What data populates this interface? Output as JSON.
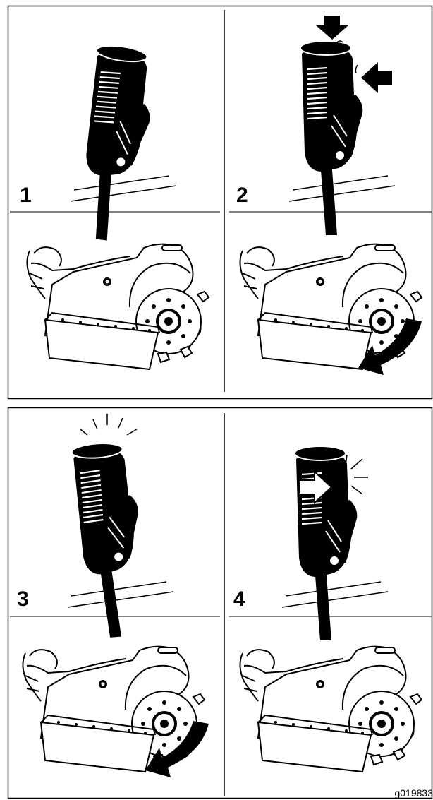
{
  "panels": [
    {
      "step": "1"
    },
    {
      "step": "2"
    },
    {
      "step": "3"
    },
    {
      "step": "4"
    }
  ],
  "figure_code": "g019833",
  "colors": {
    "ink": "#000000",
    "paper": "#ffffff"
  },
  "icons": [
    "lever-handle-icon",
    "reel-assembly-icon",
    "press-arrow-icon",
    "rotation-arrow-icon",
    "click-sound-lines-icon"
  ]
}
